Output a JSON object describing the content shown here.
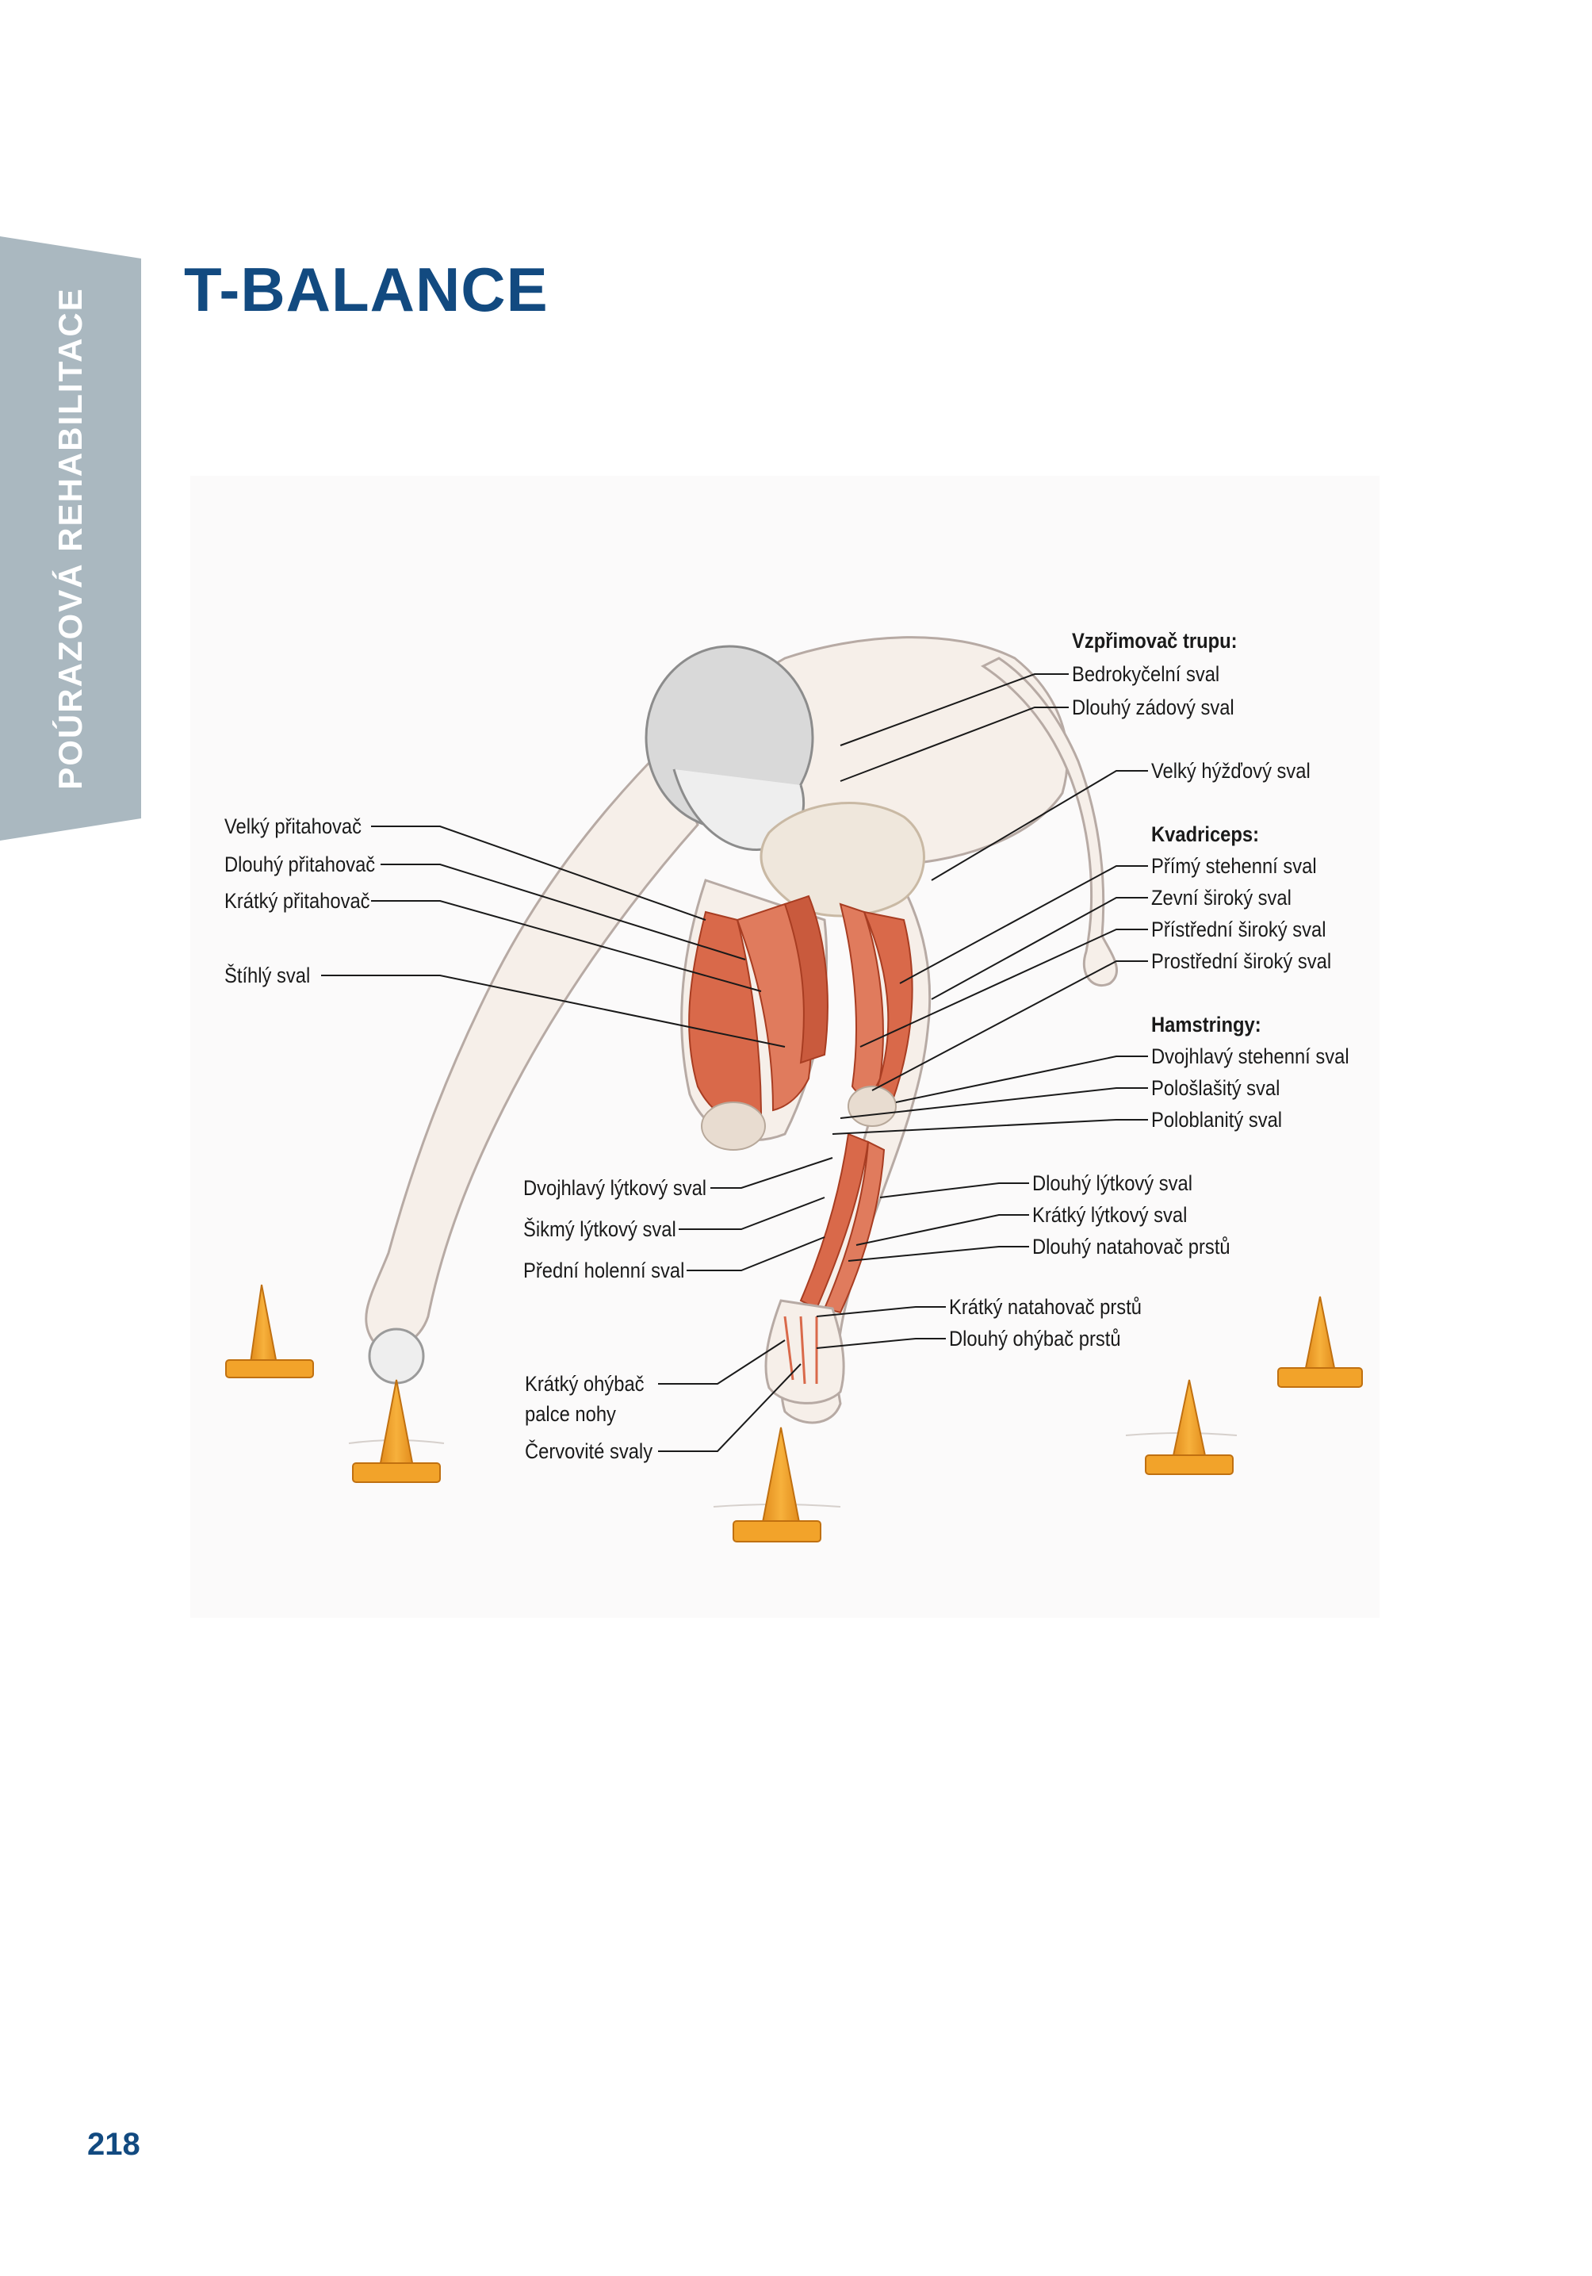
{
  "side_tab": {
    "label": "POÚRAZOVÁ REHABILITACE"
  },
  "title": "T-BALANCE",
  "page_number": "218",
  "labels": {
    "erector_heading": "Vzpřimovač trupu:",
    "iliocostalis": "Bedrokyčelní sval",
    "longissimus": "Dlouhý zádový sval",
    "gluteus_maximus": "Velký hýžďový sval",
    "quadriceps_heading": "Kvadriceps:",
    "rectus_femoris": "Přímý stehenní sval",
    "vastus_lateralis": "Zevní široký sval",
    "vastus_medialis": "Přístřední široký sval",
    "vastus_intermedius": "Prostřední široký sval",
    "hamstrings_heading": "Hamstringy:",
    "biceps_femoris": "Dvojhlavý stehenní sval",
    "semitendinosus": "Pološlašitý sval",
    "semimembranosus": "Poloblanitý sval",
    "adductor_magnus": "Velký přitahovač",
    "adductor_longus": "Dlouhý přitahovač",
    "adductor_brevis": "Krátký přitahovač",
    "gracilis": "Štíhlý sval",
    "gastrocnemius": "Dvojhlavý lýtkový sval",
    "soleus": "Šikmý lýtkový sval",
    "tibialis_anterior": "Přední holenní sval",
    "peroneus_longus": "Dlouhý lýtkový sval",
    "peroneus_brevis": "Krátký lýtkový sval",
    "ext_digitorum_longus": "Dlouhý natahovač prstů",
    "ext_digitorum_brevis": "Krátký natahovač prstů",
    "flex_digitorum_longus": "Dlouhý ohýbač prstů",
    "flex_hallucis_brevis_1": "Krátký ohýbač",
    "flex_hallucis_brevis_2": "palce nohy",
    "lumbricals": "Červovité svaly"
  },
  "colors": {
    "title": "#124a80",
    "side_tab": "#aab8c0",
    "muscle": "#d9694a",
    "cone": "#f2a32a",
    "skin_outline": "#b7aaa4",
    "leader_line": "#1a1a1a"
  }
}
